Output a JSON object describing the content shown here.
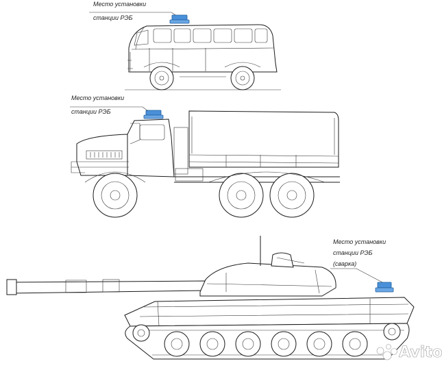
{
  "callouts": {
    "van": [
      "Место установки",
      "станции РЭБ"
    ],
    "truck": [
      "Место установки",
      "станции РЭБ"
    ],
    "tank": [
      "Место установки",
      "станции РЭБ",
      "(сварка)"
    ]
  },
  "watermark": {
    "text": "Avito"
  },
  "colors": {
    "beacon": "#4a90d9",
    "beacon_dark": "#1f5f9e",
    "line": "#1a1a1a"
  }
}
